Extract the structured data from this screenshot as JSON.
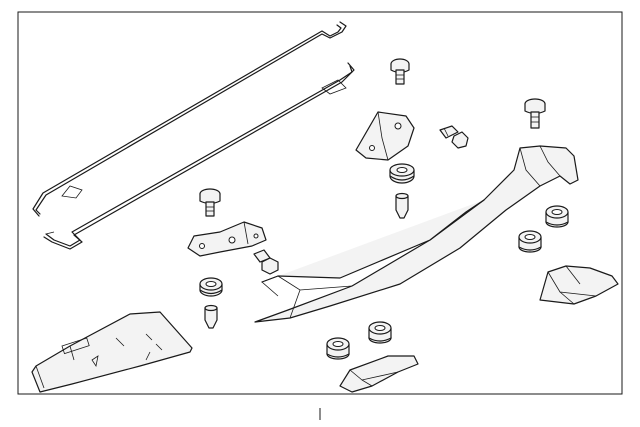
{
  "diagram": {
    "type": "exploded parts diagram",
    "parts": [
      "support-rod-upper",
      "support-rod-lower",
      "bolt-top-center",
      "bracket-right",
      "bolt-bracket-right",
      "grommet-right",
      "clip-right",
      "bolt-top-right",
      "spoiler-body",
      "nut-right-upper",
      "nut-right-lower",
      "end-cap-right",
      "bolt-left",
      "bracket-left",
      "bolt-bracket-left",
      "grommet-left",
      "clip-left",
      "end-cap-left",
      "nut-bottom-left",
      "nut-bottom-right",
      "pad-bottom"
    ]
  }
}
